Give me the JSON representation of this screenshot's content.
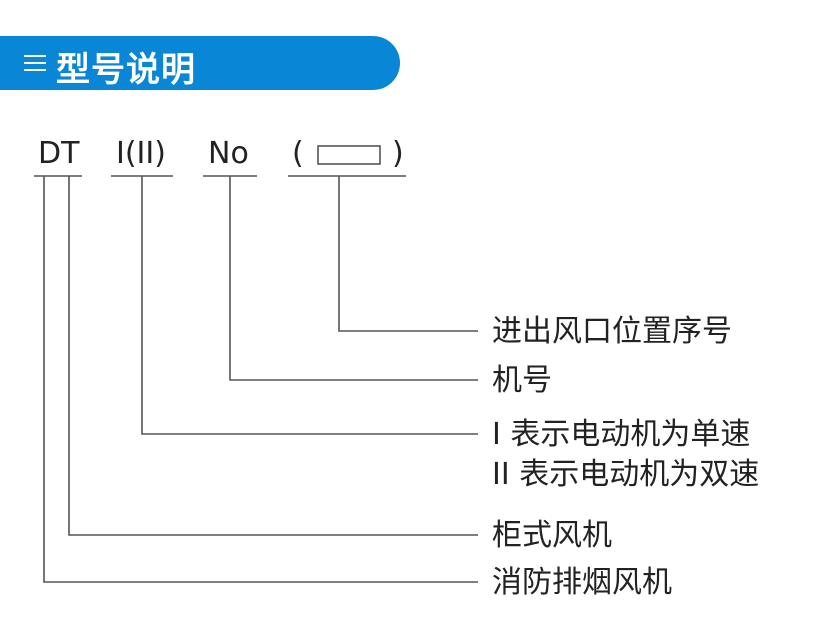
{
  "header": {
    "title": "型号说明",
    "icon": "menu-lines-icon",
    "color": "#0a86d6"
  },
  "model_code": {
    "segments": [
      {
        "id": "dt",
        "text": "DT"
      },
      {
        "id": "motor",
        "text": "I(II)"
      },
      {
        "id": "number",
        "text": "No"
      },
      {
        "id": "inlet",
        "open": "(",
        "close": ")"
      }
    ]
  },
  "descriptions": {
    "inlet": "进出风口位置序号",
    "number": "机号",
    "motor_single": "I 表示电动机为单速",
    "motor_double": "II 表示电动机为双速",
    "cabinet": "柜式风机",
    "smoke": "消防排烟风机"
  }
}
